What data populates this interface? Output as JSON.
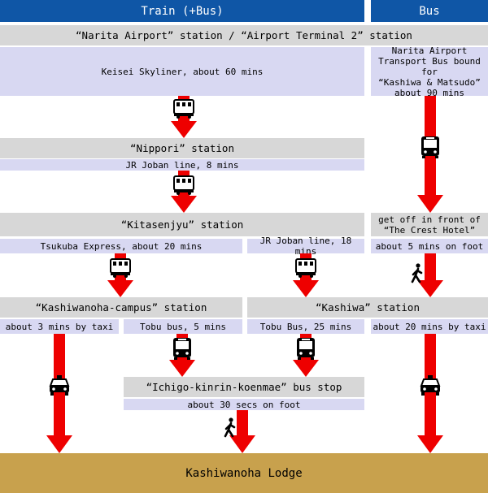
{
  "headers": {
    "train": "Train (+Bus)",
    "bus": "Bus"
  },
  "stations": {
    "narita": "“Narita Airport” station / “Airport Terminal 2” station",
    "nippori": "“Nippori” station",
    "kitasenjyu": "“Kitasenjyu” station",
    "kashiwanoha_campus": "“Kashiwanoha-campus” station",
    "kashiwa": "“Kashiwa” station",
    "ichigo": "“Ichigo-kinrin-koenmae” bus stop",
    "crest_hotel_l1": "get off in front of",
    "crest_hotel_l2": "“The Crest Hotel”"
  },
  "routes": {
    "skyliner": "Keisei Skyliner, about 60 mins",
    "narita_bus_l1": "Narita Airport",
    "narita_bus_l2": "Transport Bus bound for",
    "narita_bus_l3": "“Kashiwa & Matsudo”",
    "narita_bus_l4": "about 90 mins",
    "joban_8": "JR Joban line, 8 mins",
    "tsukuba": "Tsukuba Express, about 20 mins",
    "joban_18": "JR Joban line, 18 mins",
    "foot_5": "about 5 mins on foot",
    "taxi_3": "about 3 mins by taxi",
    "tobu_5": "Tobu bus, 5 mins",
    "tobu_25": "Tobu Bus, 25 mins",
    "taxi_20": "about 20 mins by taxi",
    "foot_30s": "about 30 secs on foot"
  },
  "destination": "Kashiwanoha Lodge",
  "icons": [
    "train-icon",
    "bus-icon",
    "taxi-icon",
    "walker-icon"
  ],
  "colors": {
    "header": "#0f56a6",
    "station": "#d7d7d7",
    "route": "#d8d8f2",
    "arrow": "#ee0000",
    "destination": "#c8a14d"
  }
}
